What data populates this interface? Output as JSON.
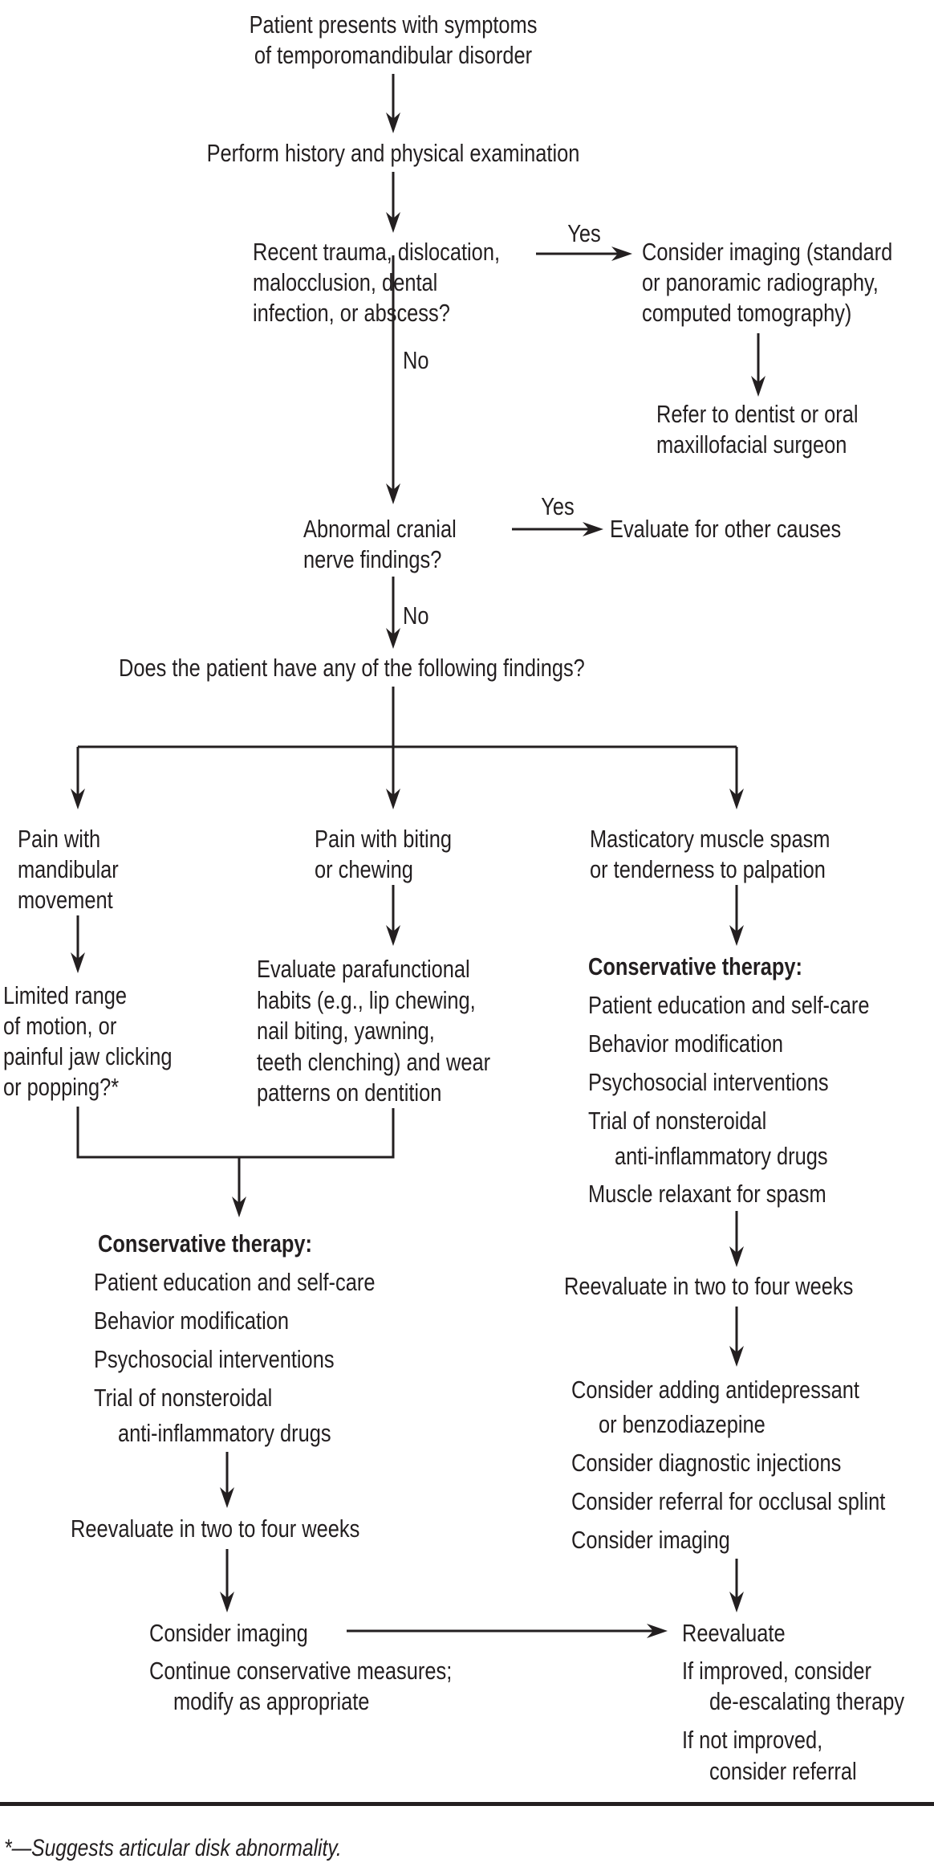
{
  "figure": {
    "background": "#ffffff",
    "ink_color": "#231f20",
    "type": "clinical-algorithm-flowchart"
  },
  "nodes": {
    "start": {
      "lines": [
        "Patient presents with symptoms",
        "of temporomandibular disorder"
      ]
    },
    "history": {
      "lines": [
        "Perform history and physical examination"
      ]
    },
    "trauma_question": {
      "lines": [
        "Recent trauma, dislocation,",
        "malocclusion, dental",
        "infection, or abscess?"
      ]
    },
    "consider_imaging_top": {
      "lines": [
        "Consider imaging (standard",
        "or panoramic radiography,",
        "computed tomography)"
      ]
    },
    "refer_dentist": {
      "lines": [
        "Refer to dentist or oral",
        "maxillofacial surgeon"
      ]
    },
    "cranial_question": {
      "lines": [
        "Abnormal cranial",
        "nerve findings?"
      ]
    },
    "evaluate_other": {
      "lines": [
        "Evaluate for other causes"
      ]
    },
    "findings_question": {
      "lines": [
        "Does the patient have any of the following findings?"
      ]
    },
    "pain_movement": {
      "lines": [
        "Pain with",
        "mandibular",
        "movement"
      ]
    },
    "pain_biting": {
      "lines": [
        "Pain with biting",
        "or chewing"
      ]
    },
    "masticatory": {
      "lines": [
        "Masticatory muscle spasm",
        "or tenderness to palpation"
      ]
    },
    "limited_range": {
      "lines": [
        "Limited range",
        "of motion, or",
        "painful jaw clicking",
        "or popping?*"
      ]
    },
    "parafunctional": {
      "lines": [
        "Evaluate parafunctional",
        "habits (e.g., lip chewing,",
        "nail biting, yawning,",
        "teeth clenching) and wear",
        "patterns on dentition"
      ]
    },
    "conservative_right": {
      "title": "Conservative therapy:",
      "items": [
        "Patient education and self-care",
        "Behavior modification",
        "Psychosocial interventions",
        "Trial of nonsteroidal",
        "anti-inflammatory drugs",
        "Muscle relaxant for spasm"
      ]
    },
    "conservative_left": {
      "title": "Conservative therapy:",
      "items": [
        "Patient education and self-care",
        "Behavior modification",
        "Psychosocial interventions",
        "Trial of nonsteroidal",
        "anti-inflammatory drugs"
      ]
    },
    "reevaluate_left": {
      "lines": [
        "Reevaluate in two to four weeks"
      ]
    },
    "reevaluate_right": {
      "lines": [
        "Reevaluate in two to four weeks"
      ]
    },
    "consider_block": {
      "lines": [
        "Consider adding antidepressant",
        "or benzodiazepine",
        "Consider diagnostic injections",
        "Consider referral for occlusal splint",
        "Consider imaging"
      ]
    },
    "consider_imaging_bottom": {
      "lines": [
        "Consider imaging"
      ]
    },
    "reevaluate_final": {
      "lines": [
        "Reevaluate"
      ]
    },
    "continue_conservative": {
      "lines": [
        "Continue conservative measures;",
        "modify as appropriate"
      ]
    },
    "outcome": {
      "lines": [
        "If improved, consider",
        "de-escalating therapy",
        "If not improved,",
        "consider referral"
      ]
    }
  },
  "labels": {
    "yes1": "Yes",
    "no1": "No",
    "yes2": "Yes",
    "no2": "No"
  },
  "footnote": "*—Suggests articular disk abnormality."
}
